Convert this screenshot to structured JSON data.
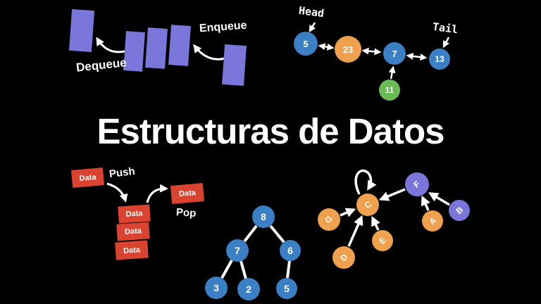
{
  "title": "Estructuras de Datos",
  "colors": {
    "background": "#000000",
    "purple": "#7b76da",
    "blue": "#3b7fc4",
    "orange": "#f0a14e",
    "green": "#69bb55",
    "red": "#d9432f",
    "white": "#ffffff"
  },
  "queue": {
    "dequeue_label": "Dequeue",
    "enqueue_label": "Enqueue"
  },
  "linked_list": {
    "head_label": "Head",
    "tail_label": "Tail",
    "nodes": [
      {
        "value": "5",
        "color": "blue"
      },
      {
        "value": "23",
        "color": "orange"
      },
      {
        "value": "7",
        "color": "blue"
      },
      {
        "value": "13",
        "color": "blue"
      },
      {
        "value": "11",
        "color": "green"
      }
    ]
  },
  "stack": {
    "push_label": "Push",
    "pop_label": "Pop",
    "incoming_box": "Data",
    "outgoing_box": "Data",
    "boxes": [
      "Data",
      "Data",
      "Data"
    ]
  },
  "tree": {
    "nodes": [
      "8",
      "7",
      "6",
      "3",
      "2",
      "5"
    ],
    "edges": [
      [
        "8",
        "7"
      ],
      [
        "8",
        "6"
      ],
      [
        "7",
        "3"
      ],
      [
        "7",
        "2"
      ],
      [
        "6",
        "5"
      ]
    ]
  },
  "graph": {
    "nodes": [
      {
        "id": "C",
        "color": "orange"
      },
      {
        "id": "G",
        "color": "orange"
      },
      {
        "id": "D",
        "color": "orange"
      },
      {
        "id": "E",
        "color": "orange"
      },
      {
        "id": "A",
        "color": "orange"
      },
      {
        "id": "F",
        "color": "purple"
      },
      {
        "id": "B",
        "color": "purple"
      }
    ],
    "edges": [
      [
        "G",
        "C"
      ],
      [
        "D",
        "C"
      ],
      [
        "E",
        "C"
      ],
      [
        "F",
        "C"
      ],
      [
        "A",
        "F"
      ],
      [
        "B",
        "F"
      ],
      [
        "C",
        "C"
      ]
    ]
  }
}
